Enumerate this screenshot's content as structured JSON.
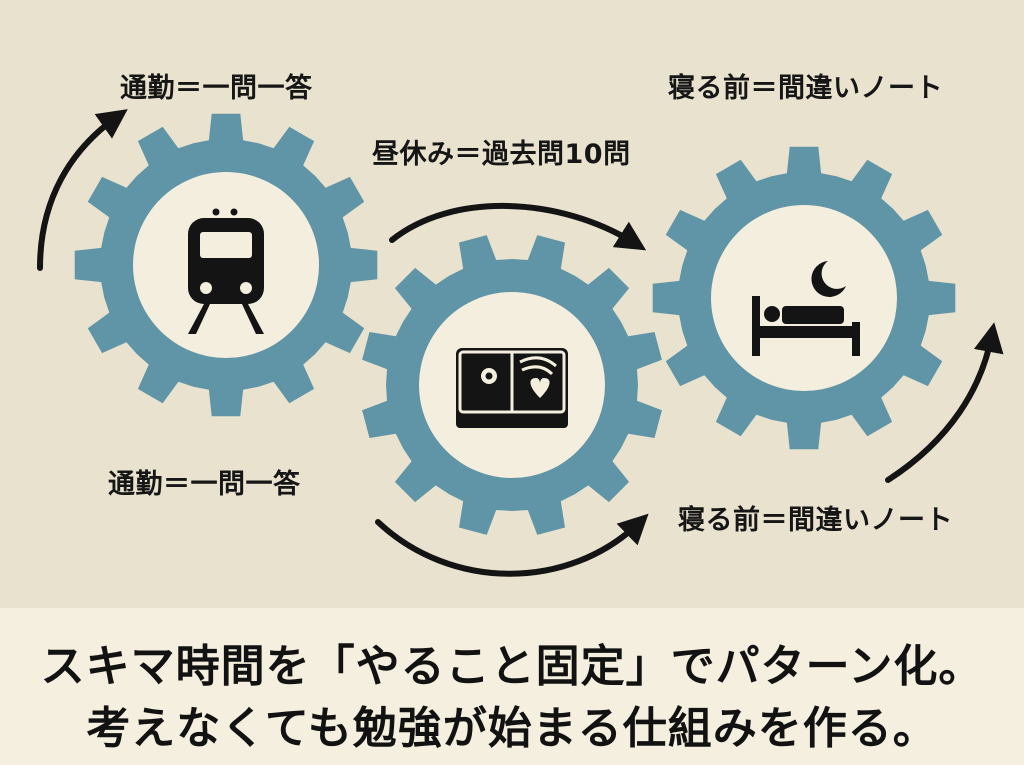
{
  "labels": {
    "commute_top": "通勤＝一問一答",
    "lunch": "昼休み＝過去問10問",
    "bedtime_top": "寝る前＝間違いノート",
    "commute_bottom": "通勤＝一問一答",
    "bedtime_bottom": "寝る前＝間違いノート"
  },
  "caption": {
    "line1": "スキマ時間を「やること固定」でパターン化。",
    "line2": "考えなくても勉強が始まる仕組みを作る。"
  },
  "icons": {
    "gear_1": "train-icon",
    "gear_2": "bento-box-icon",
    "gear_3": "sleeping-bed-moon-icon"
  },
  "colors": {
    "background": "#e8e2cf",
    "gear": "#5f95a6",
    "gear_center": "#f3eedd",
    "icon": "#141414",
    "arrow": "#141414",
    "caption_band": "#f4efde"
  }
}
